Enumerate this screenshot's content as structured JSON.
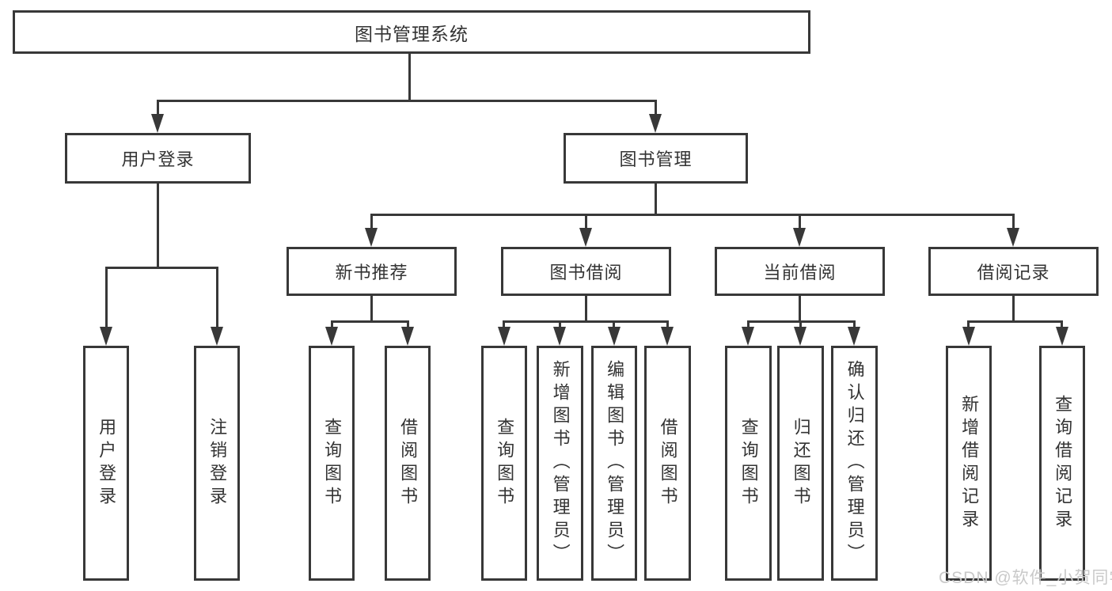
{
  "diagram": {
    "type": "hierarchy-flowchart",
    "root": {
      "label": "图书管理系统"
    },
    "branches": [
      {
        "label": "用户登录",
        "children": [
          {
            "label": "用户登录"
          },
          {
            "label": "注销登录"
          }
        ]
      },
      {
        "label": "图书管理",
        "children": [
          {
            "label": "新书推荐",
            "children": [
              {
                "label": "查询图书"
              },
              {
                "label": "借阅图书"
              }
            ]
          },
          {
            "label": "图书借阅",
            "children": [
              {
                "label": "查询图书"
              },
              {
                "label": "新增图书（管理员）"
              },
              {
                "label": "编辑图书（管理员）"
              },
              {
                "label": "借阅图书"
              }
            ]
          },
          {
            "label": "当前借阅",
            "children": [
              {
                "label": "查询图书"
              },
              {
                "label": "归还图书"
              },
              {
                "label": "确认归还（管理员）"
              }
            ]
          },
          {
            "label": "借阅记录",
            "children": [
              {
                "label": "新增借阅记录"
              },
              {
                "label": "查询借阅记录"
              }
            ]
          }
        ]
      }
    ]
  },
  "watermark": {
    "text": "CSDN @软件_小贺同学"
  },
  "colors": {
    "line": "#383838",
    "box_border": "#383838",
    "text": "#333333",
    "watermark": "#c9c9c9",
    "background": "#ffffff"
  }
}
